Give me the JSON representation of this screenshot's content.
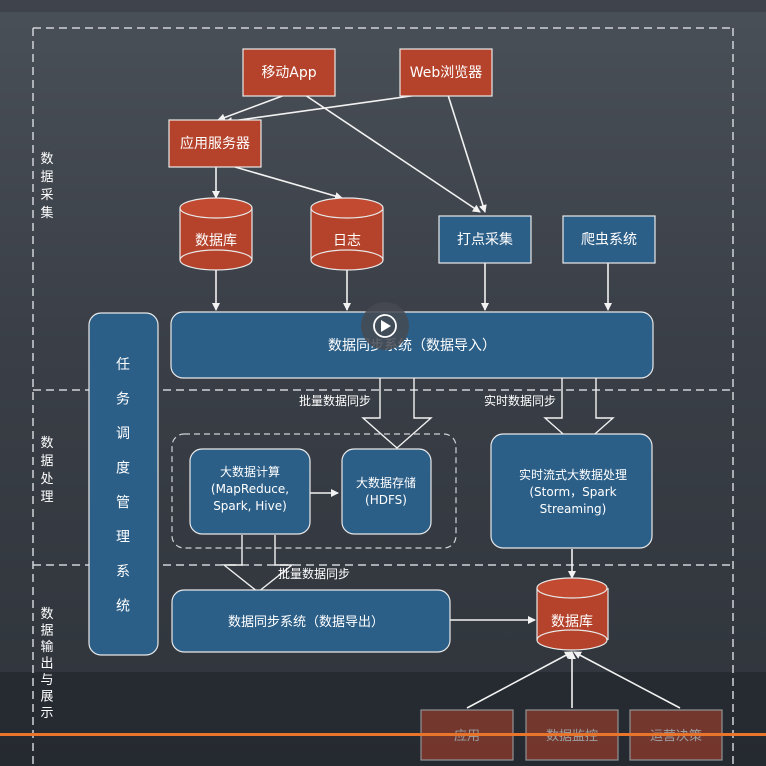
{
  "sections": {
    "collect": "数据采集",
    "process": "数据处理",
    "output": "数据输出与展示"
  },
  "nodes": {
    "mobile_app": "移动App",
    "web_browser": "Web浏览器",
    "app_server": "应用服务器",
    "database_top": "数据库",
    "log": "日志",
    "tracking": "打点采集",
    "crawler": "爬虫系统",
    "sync_import": "数据同步系统（数据导入）",
    "scheduler": "任务调度管理系统",
    "big_compute": [
      "大数据计算",
      "(MapReduce,",
      "Spark, Hive)"
    ],
    "big_storage": [
      "大数据存储",
      "(HDFS)"
    ],
    "realtime": [
      "实时流式大数据处理",
      "(Storm，Spark",
      "Streaming)"
    ],
    "sync_export": "数据同步系统（数据导出）",
    "database_bottom": "数据库",
    "app": "应用",
    "monitor": "数据监控",
    "ops": "运营决策"
  },
  "labels": {
    "batch_sync_1": "批量数据同步",
    "realtime_sync": "实时数据同步",
    "batch_sync_2": "批量数据同步"
  },
  "colors": {
    "red_box": "#b5422a",
    "blue_box": "#2c5f88",
    "stroke": "#e8e8e8",
    "dashed": "#cfd3d8"
  }
}
